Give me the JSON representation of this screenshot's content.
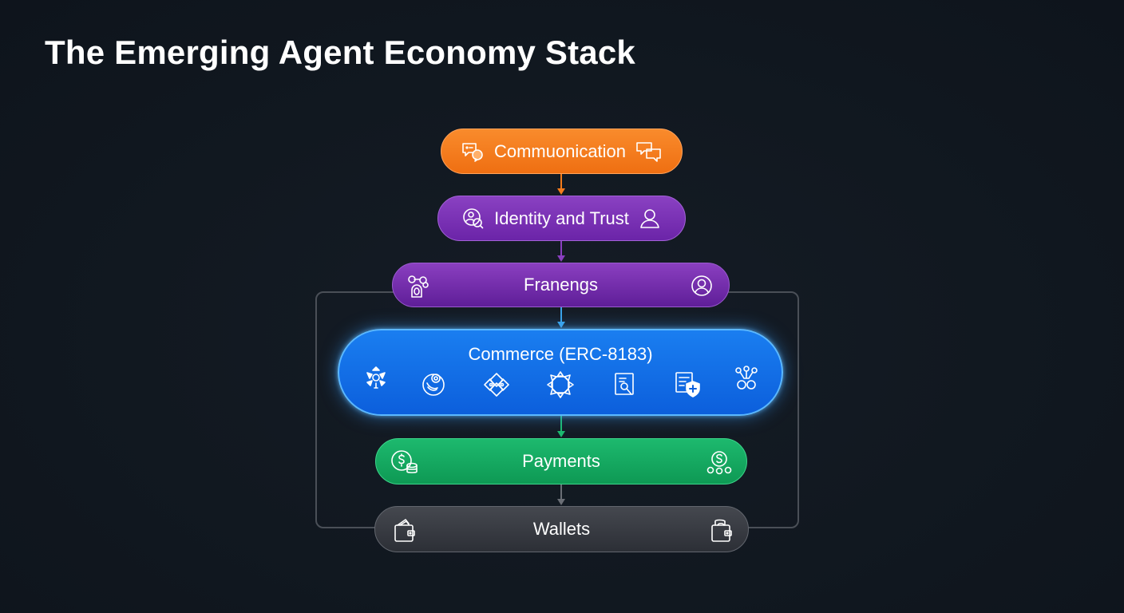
{
  "title": "The Emerging Agent Economy Stack",
  "colors": {
    "background": "#111820",
    "communication": "#f47c1c",
    "identity": "#7a33b5",
    "frameworks": "#7530b0",
    "commerce": "#1474ea",
    "payments": "#16aa61",
    "wallets": "#3a3d44",
    "bracket": "#4a4f57"
  },
  "layers": [
    {
      "id": "communication",
      "label": "Commuonication",
      "icons": [
        "chat-bubbles-icon",
        "chat-bubbles-icon"
      ]
    },
    {
      "id": "identity",
      "label": "Identity and Trust",
      "icons": [
        "identity-search-icon",
        "user-icon"
      ]
    },
    {
      "id": "frameworks",
      "label": "Franengs",
      "icons": [
        "framework-components-icon",
        "user-circle-icon"
      ]
    },
    {
      "id": "commerce",
      "label": "Commerce (ERC-8183)",
      "icons": [
        "hub-network-icon",
        "token-coin-icon",
        "exchange-icon",
        "star-ring-icon",
        "document-search-icon",
        "secure-document-icon",
        "molecule-network-icon"
      ]
    },
    {
      "id": "payments",
      "label": "Payments",
      "icons": [
        "dollar-coins-icon",
        "currency-network-icon"
      ]
    },
    {
      "id": "wallets",
      "label": "Wallets",
      "icons": [
        "wallet-icon",
        "wallet-icon"
      ]
    }
  ],
  "diagram": {
    "flow_direction": "top-to-bottom",
    "edges": [
      [
        "communication",
        "identity"
      ],
      [
        "identity",
        "frameworks"
      ],
      [
        "frameworks",
        "commerce"
      ],
      [
        "commerce",
        "payments"
      ],
      [
        "payments",
        "wallets"
      ]
    ],
    "bracket": "Frameworks-to-Wallets enclosing loop"
  }
}
